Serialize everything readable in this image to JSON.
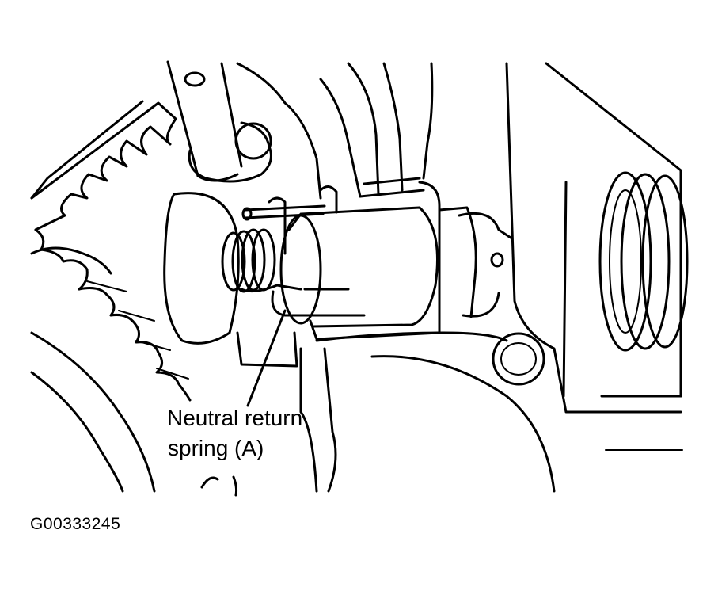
{
  "callout": {
    "line1": "Neutral return",
    "line2": "spring (A)"
  },
  "figure_id": "G00333245",
  "colors": {
    "background": "#ffffff",
    "ink": "#000000"
  }
}
